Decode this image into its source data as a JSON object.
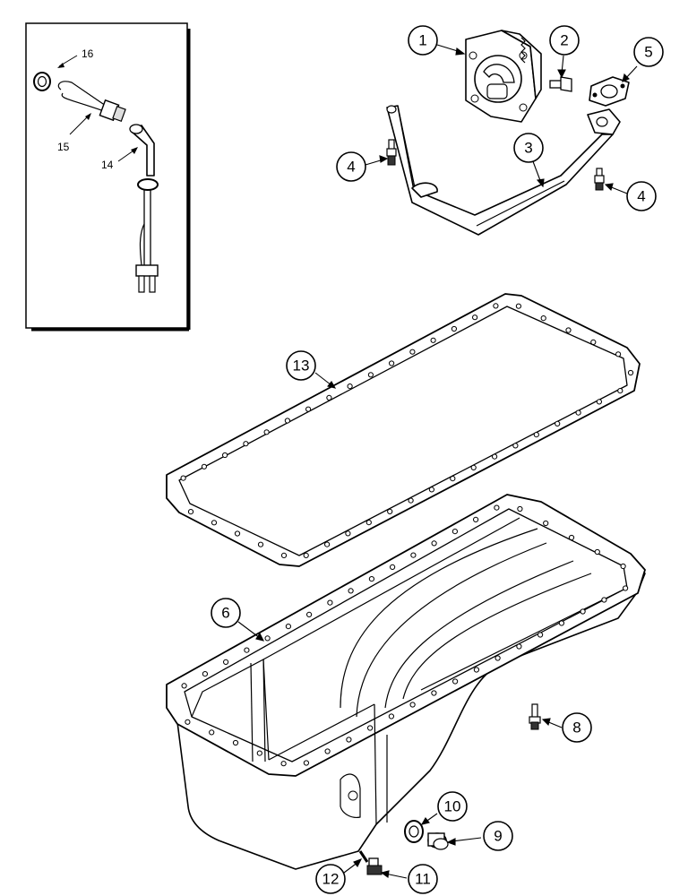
{
  "diagram": {
    "callouts": [
      {
        "id": "1",
        "label": "1"
      },
      {
        "id": "2",
        "label": "2"
      },
      {
        "id": "3",
        "label": "3"
      },
      {
        "id": "4a",
        "label": "4"
      },
      {
        "id": "4b",
        "label": "4"
      },
      {
        "id": "5",
        "label": "5"
      },
      {
        "id": "6",
        "label": "6"
      },
      {
        "id": "8",
        "label": "8"
      },
      {
        "id": "9",
        "label": "9"
      },
      {
        "id": "10",
        "label": "10"
      },
      {
        "id": "11",
        "label": "11"
      },
      {
        "id": "12",
        "label": "12"
      },
      {
        "id": "13",
        "label": "13"
      }
    ],
    "inset_labels": [
      {
        "id": "14",
        "label": "14"
      },
      {
        "id": "15",
        "label": "15"
      },
      {
        "id": "16",
        "label": "16"
      }
    ]
  }
}
